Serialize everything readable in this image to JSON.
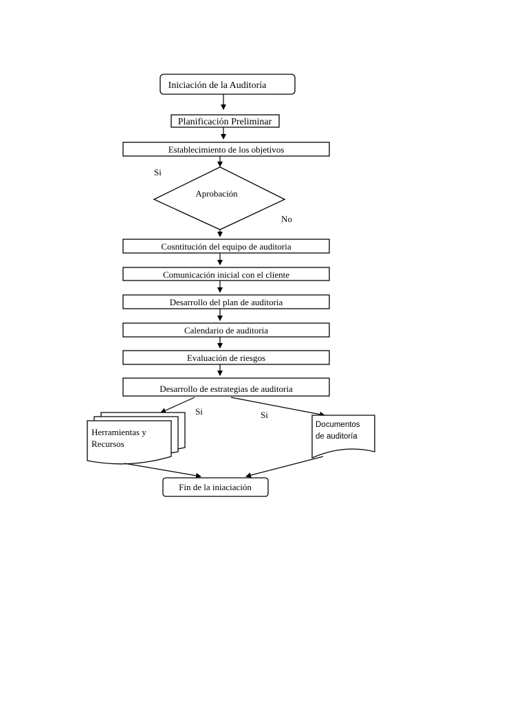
{
  "steps": {
    "start": "Iniciación de la Auditoría",
    "planning": "Planificación Preliminar",
    "objectives": "Establecimiento de los objetivos",
    "approval": "Aprobación",
    "team": "Cosntitución del equipo de auditoria",
    "communication": "Comunicación inicial con el cliente",
    "plan": "Desarrollo del plan de auditoria",
    "calendar": "Calendario de auditoria",
    "risk": "Evaluación de riesgos",
    "strategy": "Desarrollo de estrategias de auditoria",
    "end": "Fin de la iniaciación"
  },
  "branches": {
    "yes_top": "Si",
    "no": "No",
    "yes_left": "Si",
    "yes_right": "Si"
  },
  "documents": {
    "tools_line1": "Herramientas y",
    "tools_line2": "Recursos",
    "docs_line1": "Documentos",
    "docs_line2": "de auditoría"
  }
}
